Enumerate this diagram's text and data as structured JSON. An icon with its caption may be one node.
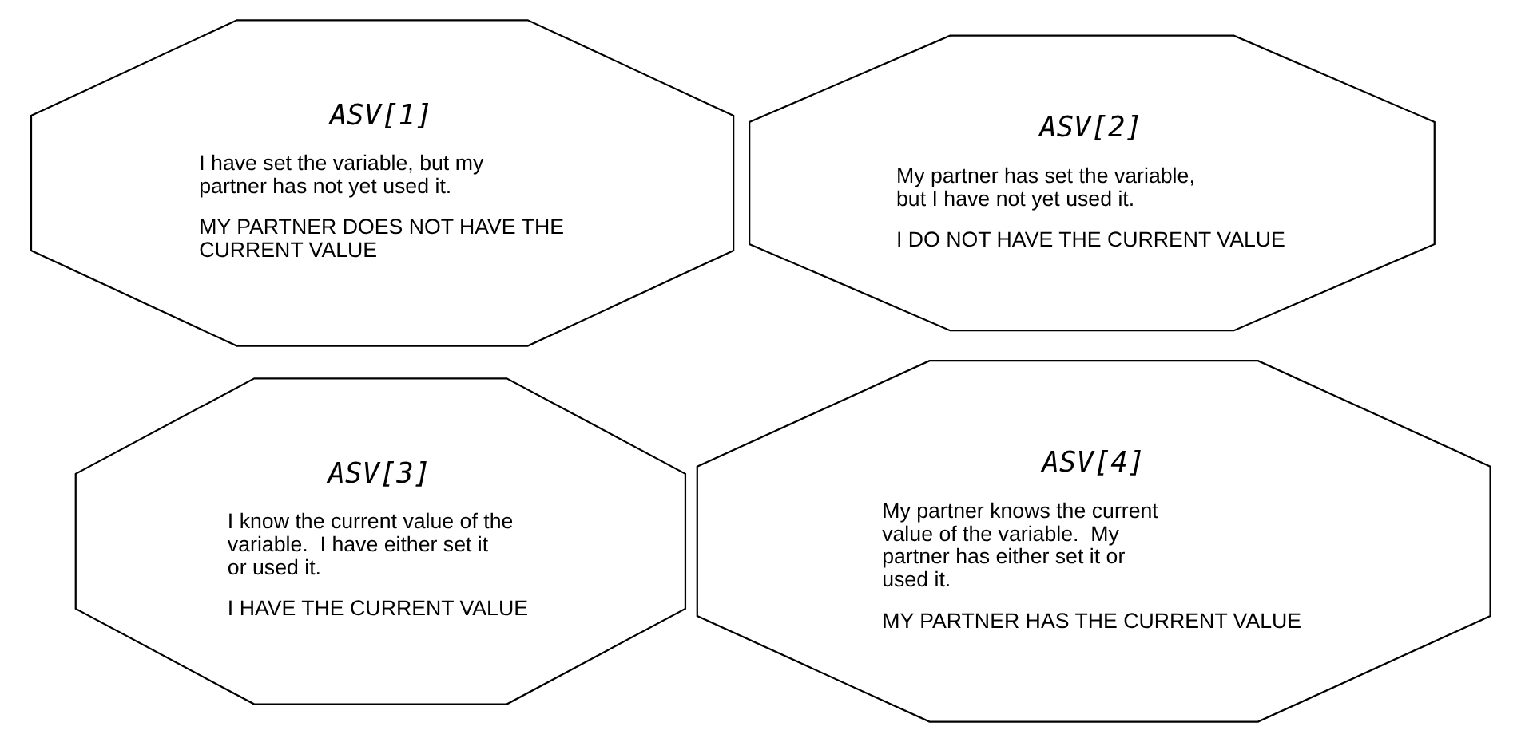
{
  "diagram": {
    "nodes": [
      {
        "text": [
          "ASV[1]",
          "I have set the variable, but my partner has not yet used it.",
          "MY PARTNER DOES NOT HAVE THE CURRENT VALUE"
        ]
      },
      {
        "text": [
          "ASV[2]",
          "My partner has set the variable, but I have not yet used it.",
          "I DO NOT HAVE THE CURRENT VALUE"
        ]
      },
      {
        "text": [
          "ASV[3]",
          "I know the current value of the variable.  I have either set it or used it.",
          "I HAVE THE CURRENT VALUE"
        ]
      },
      {
        "text": [
          "ASV[4]",
          "My partner knows the current value of the variable.  My partner has either set it or used it.",
          "MY PARTNER HAS THE CURRENT VALUE"
        ]
      }
    ],
    "edges": []
  }
}
